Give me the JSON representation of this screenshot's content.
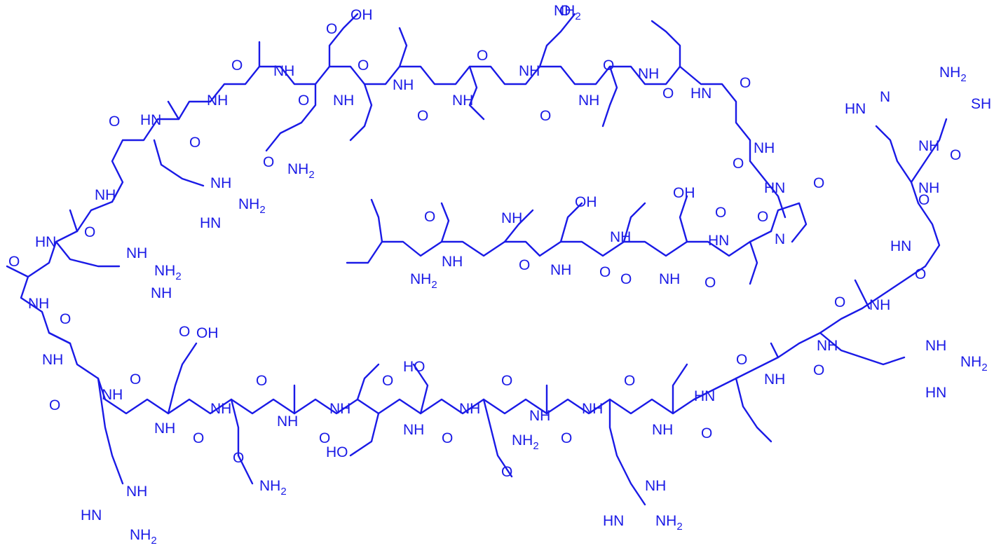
{
  "diagram": {
    "type": "peptide structural formula",
    "color": "#1a1ae6",
    "atom_labels": {
      "oh": "OH",
      "ho": "HO",
      "nh2": "NH2",
      "nh": "NH",
      "hn": "HN",
      "n": "N",
      "o": "O",
      "sh": "SH",
      "hn_eq": "HN"
    }
  }
}
